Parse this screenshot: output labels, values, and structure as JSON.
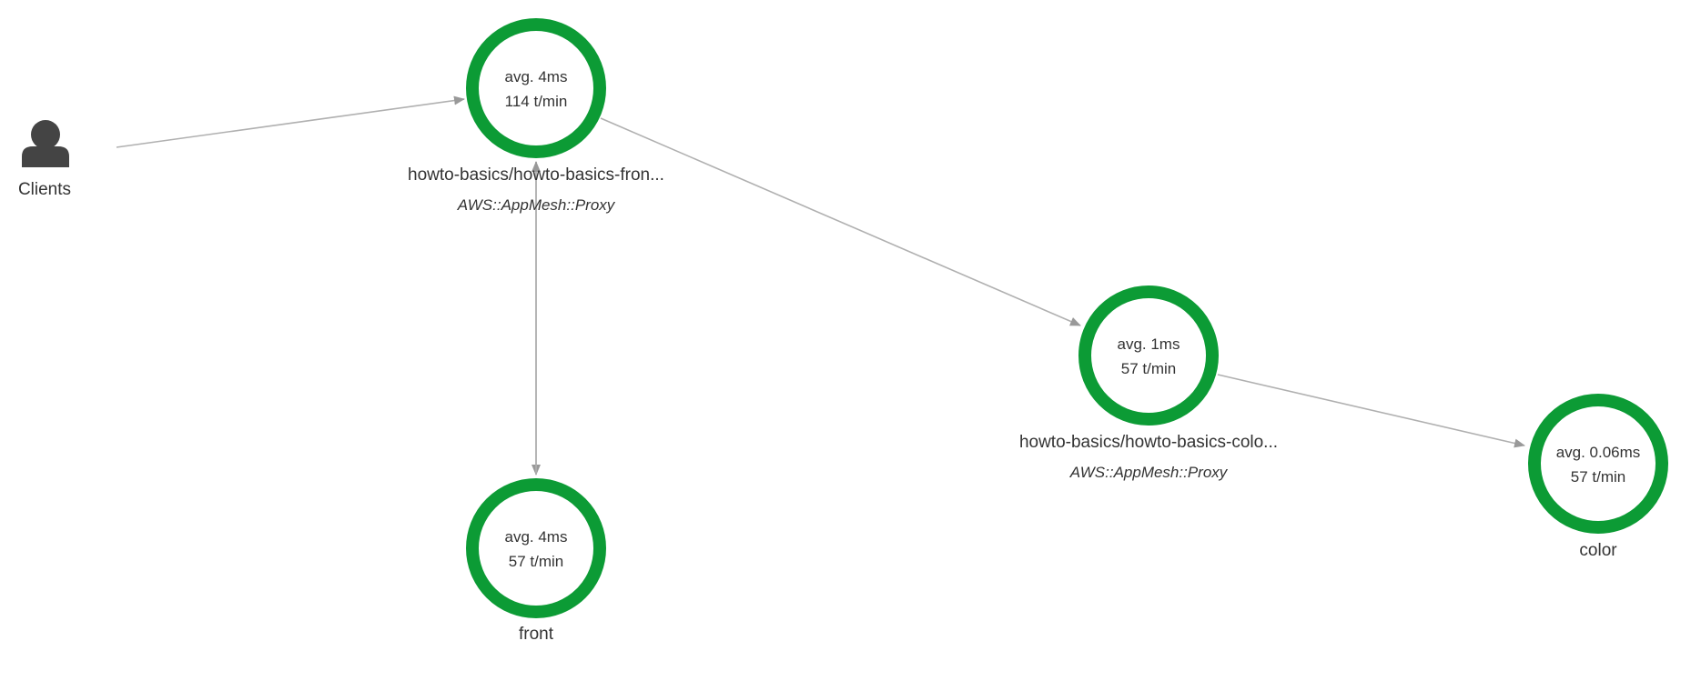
{
  "colors": {
    "node_ring": "#0c9b35",
    "edge": "#b0b0b0",
    "arrowhead": "#999999",
    "client_icon": "#444444",
    "text": "#333333"
  },
  "clients": {
    "label": "Clients",
    "icon": "user-icon"
  },
  "nodes": {
    "frontend_proxy": {
      "avg": "avg. 4ms",
      "rate": "114 t/min",
      "name": "howto-basics/howto-basics-fron...",
      "type": "AWS::AppMesh::Proxy"
    },
    "front": {
      "avg": "avg. 4ms",
      "rate": "57 t/min",
      "name": "front"
    },
    "color_proxy": {
      "avg": "avg. 1ms",
      "rate": "57 t/min",
      "name": "howto-basics/howto-basics-colo...",
      "type": "AWS::AppMesh::Proxy"
    },
    "color": {
      "avg": "avg. 0.06ms",
      "rate": "57 t/min",
      "name": "color"
    }
  },
  "edges": [
    {
      "from": "clients",
      "to": "frontend_proxy"
    },
    {
      "from": "frontend_proxy",
      "to": "front"
    },
    {
      "from": "frontend_proxy",
      "to": "color_proxy"
    },
    {
      "from": "color_proxy",
      "to": "color"
    }
  ]
}
